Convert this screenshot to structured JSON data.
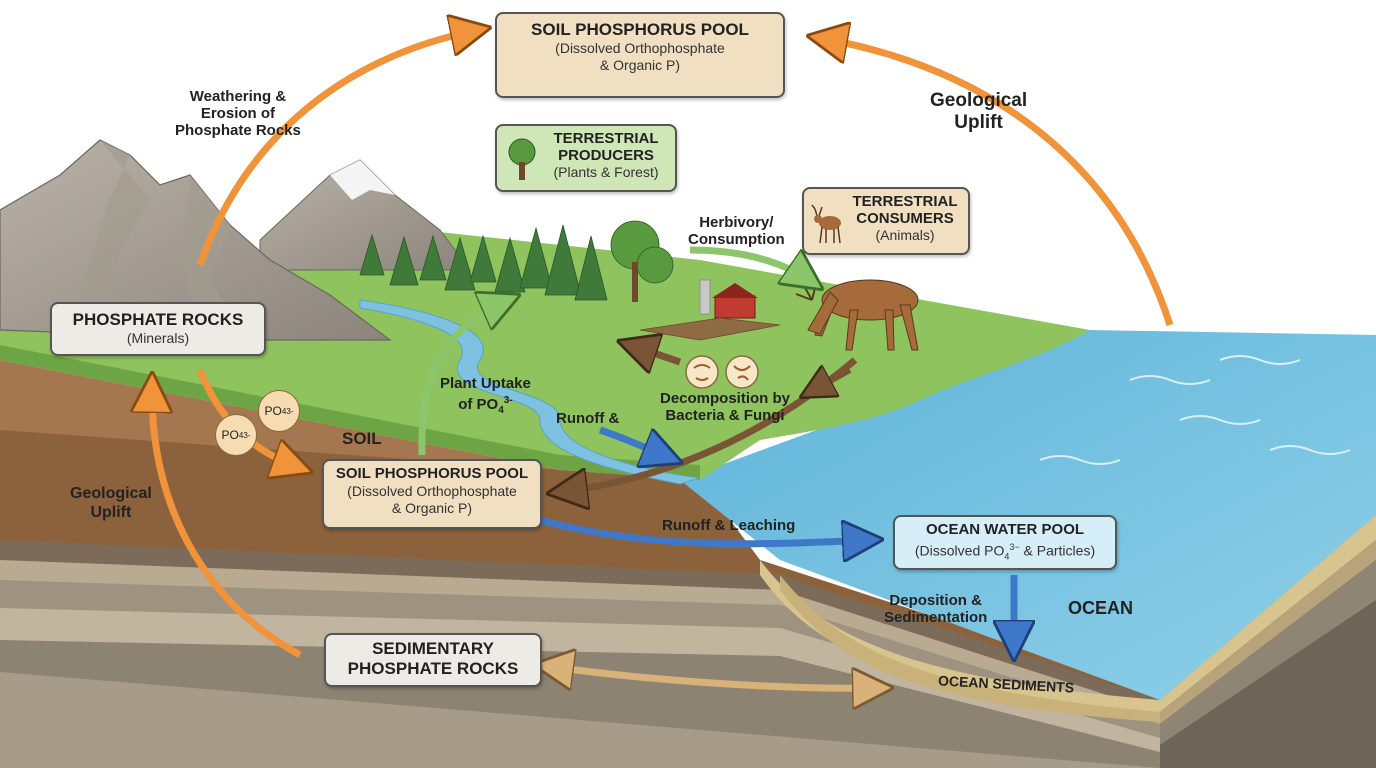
{
  "boxes": {
    "top_pool": {
      "title": "SOIL PHOSPHORUS POOL",
      "line1": "(Dissolved Orthophosphate",
      "line2": "& Organic P)"
    },
    "producers": {
      "title1": "TERRESTRIAL",
      "title2": "PRODUCERS",
      "sub": "(Plants & Forest)"
    },
    "consumers": {
      "title1": "TERRESTRIAL",
      "title2": "CONSUMERS",
      "sub": "(Animals)"
    },
    "rocks": {
      "title": "PHOSPHATE ROCKS",
      "sub": "(Minerals)"
    },
    "soil_pool": {
      "title": "SOIL PHOSPHORUS POOL",
      "line1": "(Dissolved Orthophosphate",
      "line2": "& Organic P)"
    },
    "ocean_pool": {
      "title": "OCEAN WATER POOL",
      "sub_pre": "(Dissolved PO",
      "sub_sub": "4",
      "sub_sup": "3−",
      "sub_post": " & Particles)"
    },
    "sed_rocks": {
      "title1": "SEDIMENTARY",
      "title2": "PHOSPHATE ROCKS"
    }
  },
  "labels": {
    "weathering": [
      "Weathering &",
      "Erosion of",
      "Phosphate Rocks"
    ],
    "geo_uplift_right": [
      "Geological",
      "Uplift"
    ],
    "geo_uplift_left": [
      "Geological",
      "Uplift"
    ],
    "herbivory": [
      "Herbivory/",
      "Consumption"
    ],
    "plant_uptake": {
      "line1": "Plant Uptake",
      "line2_pre": "of PO",
      "line2_sub": "4",
      "line2_sup": "3-"
    },
    "decomposition": [
      "Decomposition by",
      "Bacteria & Fungi"
    ],
    "runoff_small": "Runoff &",
    "runoff_leaching": "Runoff & Leaching",
    "deposition": [
      "Deposition &",
      "Sedimentation"
    ],
    "soil": "SOIL",
    "ocean": "OCEAN",
    "ocean_sediments": "OCEAN SEDIMENTS"
  },
  "ions": [
    {
      "pre": "PO",
      "sub": "4",
      "sup": "3-"
    },
    {
      "pre": "PO",
      "sub": "4",
      "sup": "3-"
    }
  ],
  "colors": {
    "arrow_orange": "#f0933a",
    "arrow_green": "#8cc66a",
    "arrow_brown": "#7a5535",
    "arrow_blue": "#3f78c8",
    "arrow_tan": "#d9b27a",
    "water": "#79c3e0",
    "grass": "#8fc35d",
    "soil": "#9b6e45"
  }
}
